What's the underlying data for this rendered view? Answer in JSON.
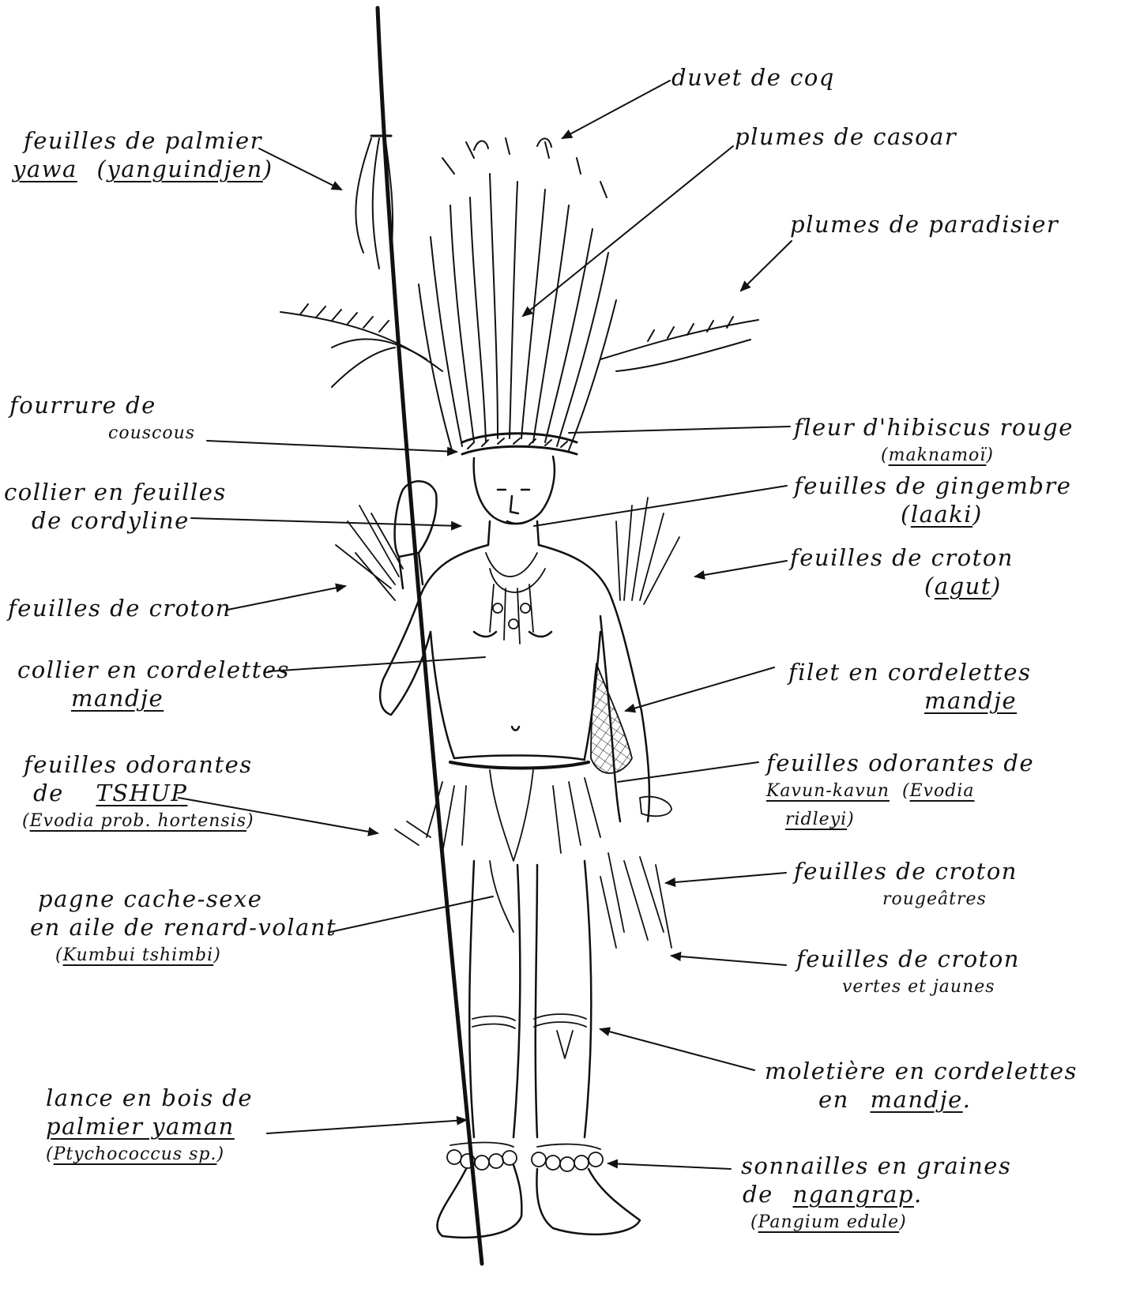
{
  "labels": {
    "duvet": "duvet de coq",
    "casoar": "plumes de casoar",
    "paradisier": "plumes de paradisier",
    "palmier": {
      "line1": "feuilles de palmier",
      "term1": "yawa",
      "open": "(",
      "term2": "yanguindjen",
      "close": ")"
    },
    "fourrure": {
      "line1": "fourrure de",
      "line2": "couscous"
    },
    "hibiscus": {
      "line1": "fleur d'hibiscus rouge",
      "open": "(",
      "term": "maknamoï",
      "close": ")"
    },
    "collier_cordyline": {
      "line1": "collier en feuilles",
      "line2": "de cordyline"
    },
    "gingembre": {
      "line1": "feuilles de gingembre",
      "open": "(",
      "term": "laaki",
      "close": ")"
    },
    "croton_left": "feuilles de croton",
    "croton_agut": {
      "line1": "feuilles de croton",
      "open": "(",
      "term": "agut",
      "close": ")"
    },
    "collier_mandje": {
      "line1": "collier en cordelettes",
      "term": "mandje"
    },
    "filet": {
      "line1": "filet en cordelettes",
      "term": "mandje"
    },
    "tshup": {
      "line1": "feuilles odorantes",
      "line2_pre": "de",
      "term": "TSHUP",
      "open": "(",
      "term2": "Evodia prob. hortensis",
      "close": ")"
    },
    "kavun": {
      "line1": "feuilles odorantes de",
      "term1": "Kavun-kavun",
      "open": "(",
      "term2a": "Evodia",
      "term2b": "ridleyi",
      "close": ")"
    },
    "croton_rouge": {
      "line1": "feuilles de croton",
      "line2": "rougeâtres"
    },
    "pagne": {
      "line1": "pagne cache-sexe",
      "line2": "en aile de renard-volant",
      "open": "(",
      "term": "Kumbui tshimbi",
      "close": ")"
    },
    "croton_vertes": {
      "line1": "feuilles de croton",
      "line2": "vertes et jaunes"
    },
    "moletiere": {
      "line1": "moletière en cordelettes",
      "line2_pre": "en",
      "term": "mandje",
      "dot": "."
    },
    "lance": {
      "line1": "lance en bois de",
      "term1": "palmier yaman",
      "open": "(",
      "term2": "Ptychococcus sp.",
      "close": ")"
    },
    "sonnailles": {
      "line1": "sonnailles en graines",
      "line2_pre": "de",
      "term1": "ngangrap",
      "dot": ".",
      "open": "(",
      "term2": "Pangium edule",
      "close": ")"
    }
  },
  "colors": {
    "ink": "#111111",
    "paper": "#ffffff"
  }
}
